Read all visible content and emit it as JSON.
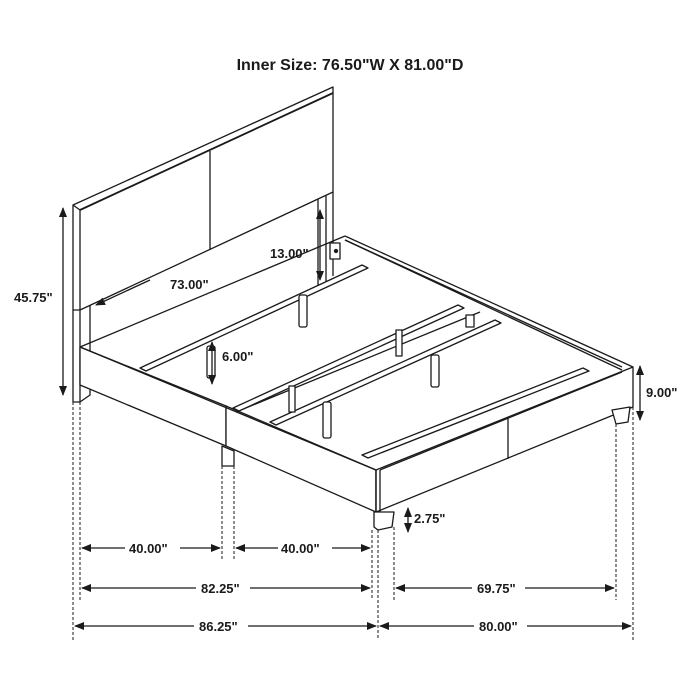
{
  "title": "Inner Size: 76.50\"W X 81.00\"D",
  "colors": {
    "line": "#1a1a1a",
    "background": "#ffffff"
  },
  "dimensions": {
    "headboard_height": "45.75\"",
    "headboard_width": "73.00\"",
    "headboard_clearance": "13.00\"",
    "center_leg_height": "6.00\"",
    "rail_height": "9.00\"",
    "leg_height": "2.75\"",
    "left_half_width": "40.00\"",
    "right_half_width": "40.00\"",
    "inner_width": "82.25\"",
    "overall_width": "86.25\"",
    "inner_length": "69.75\"",
    "overall_length": "80.00\""
  }
}
